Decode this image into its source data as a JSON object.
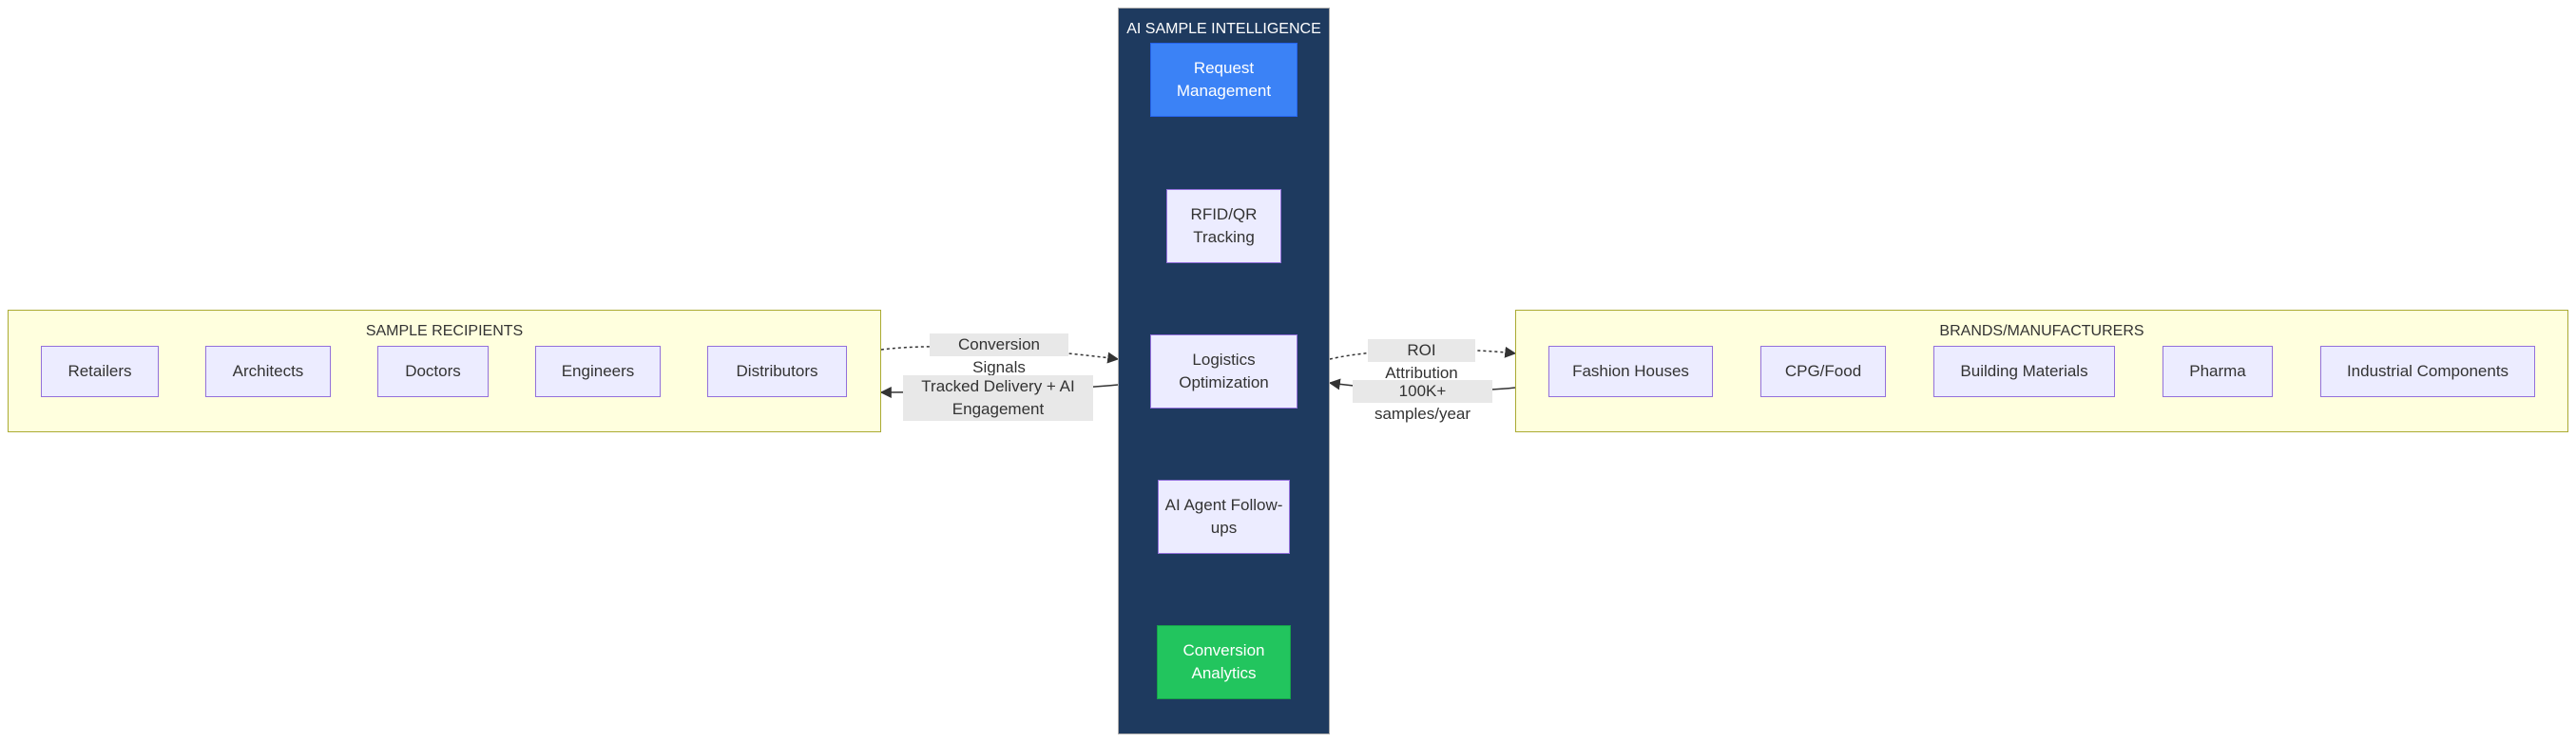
{
  "clusters": {
    "recipients": {
      "title": "SAMPLE RECIPIENTS"
    },
    "platform": {
      "title": "AI SAMPLE INTELLIGENCE PLATFORM"
    },
    "brands": {
      "title": "BRANDS/MANUFACTURERS"
    }
  },
  "recipients": [
    "Retailers",
    "Architects",
    "Doctors",
    "Engineers",
    "Distributors"
  ],
  "platform_nodes": [
    "Request Management",
    "RFID/QR Tracking",
    "Logistics Optimization",
    "AI Agent Follow-ups",
    "Conversion Analytics"
  ],
  "brands": [
    "Fashion Houses",
    "CPG/Food",
    "Building Materials",
    "Pharma",
    "Industrial Components"
  ],
  "edge_labels": {
    "conversion_signals": "Conversion Signals",
    "tracked_delivery": "Tracked Delivery + AI Engagement",
    "roi_attribution": "ROI Attribution",
    "samples_per_year": "100K+ samples/year"
  },
  "colors": {
    "platform_bg": "#1e3a5f",
    "request_node": "#3b82f6",
    "analytics_node": "#22c55e",
    "node_fill": "#ececff",
    "node_border": "#9370db",
    "cluster_fill": "#ffffde"
  }
}
